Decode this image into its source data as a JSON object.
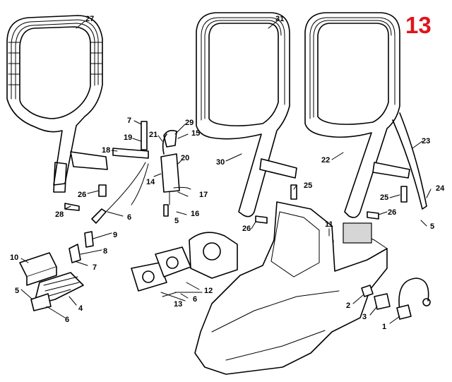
{
  "page_number": "13",
  "callouts": [
    {
      "id": "c27",
      "text": "27"
    },
    {
      "id": "c31",
      "text": "31"
    },
    {
      "id": "c7a",
      "text": "7"
    },
    {
      "id": "c29",
      "text": "29"
    },
    {
      "id": "c19",
      "text": "19"
    },
    {
      "id": "c21",
      "text": "21"
    },
    {
      "id": "c15",
      "text": "15"
    },
    {
      "id": "c18",
      "text": "18"
    },
    {
      "id": "c20",
      "text": "20"
    },
    {
      "id": "c14",
      "text": "14"
    },
    {
      "id": "c30",
      "text": "30"
    },
    {
      "id": "c22",
      "text": "22"
    },
    {
      "id": "c23",
      "text": "23"
    },
    {
      "id": "c26a",
      "text": "26"
    },
    {
      "id": "c17",
      "text": "17"
    },
    {
      "id": "c25a",
      "text": "25"
    },
    {
      "id": "c25b",
      "text": "25"
    },
    {
      "id": "c24",
      "text": "24"
    },
    {
      "id": "c28",
      "text": "28"
    },
    {
      "id": "c6a",
      "text": "6"
    },
    {
      "id": "c16",
      "text": "16"
    },
    {
      "id": "c5a",
      "text": "5"
    },
    {
      "id": "c26b",
      "text": "26"
    },
    {
      "id": "c26c",
      "text": "26"
    },
    {
      "id": "c5b",
      "text": "5"
    },
    {
      "id": "c11",
      "text": "11"
    },
    {
      "id": "c9",
      "text": "9"
    },
    {
      "id": "c8",
      "text": "8"
    },
    {
      "id": "c10",
      "text": "10"
    },
    {
      "id": "c7b",
      "text": "7"
    },
    {
      "id": "c12",
      "text": "12"
    },
    {
      "id": "c5c",
      "text": "5"
    },
    {
      "id": "c4",
      "text": "4"
    },
    {
      "id": "c6b",
      "text": "6"
    },
    {
      "id": "c13",
      "text": "13"
    },
    {
      "id": "c6c",
      "text": "6"
    },
    {
      "id": "c2",
      "text": "2"
    },
    {
      "id": "c3",
      "text": "3"
    },
    {
      "id": "c1",
      "text": "1"
    }
  ]
}
